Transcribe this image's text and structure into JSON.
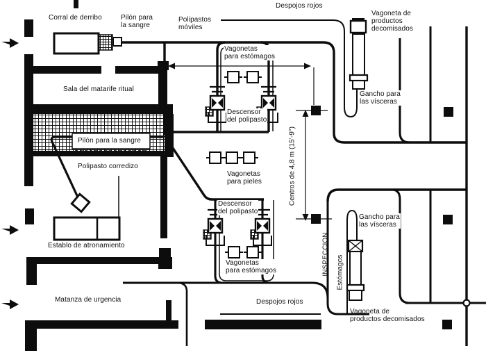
{
  "diagram": {
    "background_color": "#ffffff",
    "line_color": "#0d0d0d",
    "labels": {
      "corral_derribo": "Corral de derribo",
      "pilon_sangre_top": "Pilón para\nla sangre",
      "polipastos_moviles": "Polipastos\nmóviles",
      "despojos_rojos_top": "Despojos rojos",
      "vagoneta_decomisados_top": "Vagoneta de\nproductos\ndecomisados",
      "sala_matarife": "Sala del matarife ritual",
      "vagonetas_estomagos_top": "Vagonetas\npara estómagos",
      "descensor_polipasto_top": "Descensor\ndel polipasto",
      "gancho_visceras_top": "Gancho para\nlas vísceras",
      "pilon_sangre_box": "Pilón para la sangre",
      "polipasto_corredizo": "Polipasto corredizo",
      "vagonetas_pieles": "Vagonetas\npara pieles",
      "centros_dimension": "Centros de 4,8 m (15'-9\")",
      "descensor_polipasto_bottom": "Descensor\ndel polipasto",
      "establo_atronamiento": "Establo de atronamiento",
      "gancho_visceras_bottom": "Gancho para\nlas vísceras",
      "inspeccion": "INSPECCION",
      "estomagos": "Estómagos",
      "vagonetas_estomagos_bottom": "Vagonetas\npara estómagos",
      "matanza_urgencia": "Matanza de urgencia",
      "despojos_rojos_bottom": "Despojos rojos",
      "vagoneta_decomisados_bottom": "Vagoneta de\nproductos decomisados"
    },
    "dimensions": {
      "rail_spacing": "4,8 m",
      "rail_spacing_imperial": "15'-9\""
    }
  }
}
